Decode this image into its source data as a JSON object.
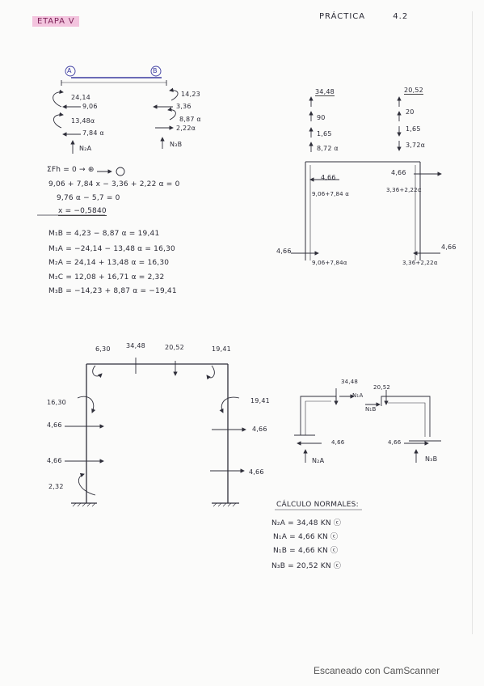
{
  "header": {
    "stage_label": "ETAPA Ⅴ",
    "practice_label": "PRÁCTICA",
    "practice_number": "4.2"
  },
  "beam": {
    "node_a": "A",
    "node_b": "B",
    "left_forces": [
      "24,14",
      "9,06",
      "13,48α",
      "7,84 α"
    ],
    "right_forces": [
      "14,23",
      "3,36",
      "8,87 α",
      "2,22α"
    ],
    "left_normal": "N₂A",
    "right_normal": "N₃B"
  },
  "equilibrium": [
    "ΣFh = 0  → ⊕",
    "9,06 + 7,84 x − 3,36 + 2,22 α = 0",
    "9,76 α − 5,7 = 0",
    "x = −0,5840"
  ],
  "moments": [
    "M₁B = 4,23 − 8,87 α = 19,41",
    "M₁A = −24,14 − 13,48 α = 16,30",
    "M₂A = 24,14 + 13,48 α = 16,30",
    "M₂C = 12,08 + 16,71 α = 2,32",
    "M₃B = −14,23 + 8,87 α = −19,41"
  ],
  "frame_forces": {
    "top_left_values": [
      "34,48",
      "90",
      "1,65",
      "8,72 α"
    ],
    "top_right_values": [
      "20,52",
      "20",
      "1,65",
      "3,72α"
    ],
    "left_top_force": "4,66",
    "left_top_label": "9,06+7,84 α",
    "right_top_force": "4,66",
    "right_top_label": "3,36+2,22α",
    "left_bottom_force": "4,66",
    "left_bottom_label": "9,06+7,84α",
    "right_bottom_force": "4,66",
    "right_bottom_label": "3,36+2,22α"
  },
  "moment_diagram": {
    "top_values": [
      "6,30",
      "34,48",
      "20,52",
      "19,41"
    ],
    "left_moment": "16,30",
    "left_force_top": "4,66",
    "left_force_bottom": "4,66",
    "left_base": "2,32",
    "right_moment": "19,41",
    "right_force_top": "4,66",
    "right_force_bottom": "4,66"
  },
  "nodes": {
    "left_top": "34,48",
    "n1a": "N₁A",
    "n1b": "N₁B",
    "right_top": "20,52",
    "left_bottom": "4,66",
    "right_bottom": "4,66",
    "left_normal": "N₂A",
    "right_normal": "N₃B"
  },
  "calculo_normales": {
    "title": "CÁLCULO NORMALES:",
    "rows": [
      "N₂A = 34,48 KN ⓒ",
      "N₁A = 4,66 KN ⓒ",
      "N₁B = 4,66 KN ⓒ",
      "N₃B = 20,52 KN ⓒ"
    ]
  },
  "watermark": "Escaneado con CamScanner"
}
